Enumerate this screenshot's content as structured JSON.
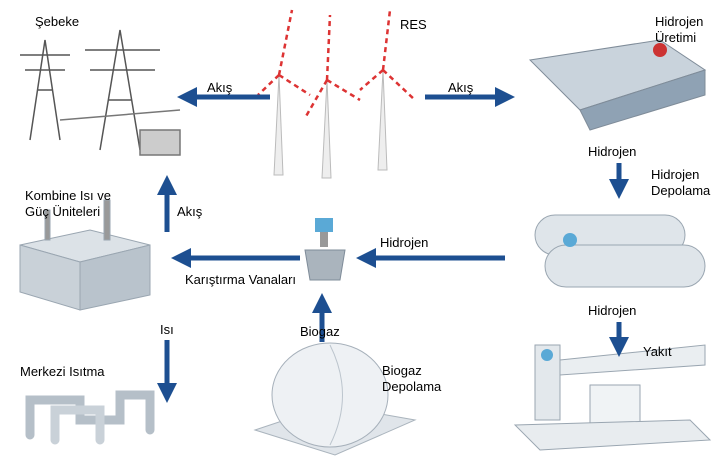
{
  "colors": {
    "arrow": "#1d4f91",
    "equipment": "#c9d3dc",
    "accent": "#5aa9d6"
  },
  "nodes": {
    "grid": "Şebeke",
    "res": "RES",
    "h2_production_1": "Hidrojen",
    "h2_production_2": "Üretimi",
    "h2_storage_1": "Hidrojen",
    "h2_storage_2": "Depolama",
    "chp_1": "Kombine Isı ve",
    "chp_2": "Güç Üniteleri",
    "mixing_valves": "Karıştırma Vanaları",
    "district_heating": "Merkezi Isıtma",
    "biogas_storage_1": "Biogaz",
    "biogas_storage_2": "Depolama"
  },
  "flows": {
    "res_to_grid": "Akış",
    "res_to_h2": "Akış",
    "chp_to_grid": "Akış",
    "h2_prod_to_storage": "Hidrojen",
    "storage_to_valve": "Hidrojen",
    "storage_to_fuel": "Hidrojen",
    "fuel": "Yakıt",
    "chp_to_heating": "Isı",
    "biogas_to_valve": "Biogaz"
  }
}
